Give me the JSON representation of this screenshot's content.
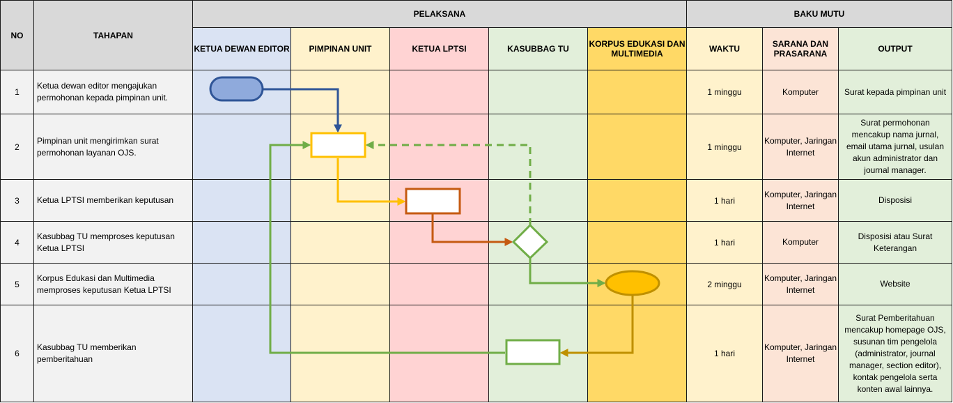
{
  "headers": {
    "no": "NO",
    "tahapan": "TAHAPAN",
    "pelaksana": "PELAKSANA",
    "baku_mutu": "BAKU MUTU",
    "lanes": [
      "KETUA DEWAN EDITOR",
      "PIMPINAN UNIT",
      "KETUA LPTSI",
      "KASUBBAG TU",
      "KORPUS EDUKASI DAN MULTIMEDIA"
    ],
    "waktu": "WAKTU",
    "sarana": "SARANA DAN PRASARANA",
    "output": "OUTPUT"
  },
  "rows": [
    {
      "no": "1",
      "tahapan": "Ketua dewan editor mengajukan permohonan kepada pimpinan unit.",
      "waktu": "1 minggu",
      "sarana": "Komputer",
      "output": "Surat kepada pimpinan unit"
    },
    {
      "no": "2",
      "tahapan": "Pimpinan unit mengirimkan surat permohonan layanan OJS.",
      "waktu": "1 minggu",
      "sarana": "Komputer, Jaringan Internet",
      "output": "Surat permohonan mencakup nama jurnal, email utama jurnal, usulan akun administrator dan journal manager."
    },
    {
      "no": "3",
      "tahapan": "Ketua LPTSI memberikan keputusan",
      "waktu": "1 hari",
      "sarana": "Komputer, Jaringan Internet",
      "output": "Disposisi"
    },
    {
      "no": "4",
      "tahapan": "Kasubbag TU memproses keputusan Ketua LPTSI",
      "waktu": "1 hari",
      "sarana": "Komputer",
      "output": "Disposisi atau Surat Keterangan"
    },
    {
      "no": "5",
      "tahapan": "Korpus Edukasi dan Multimedia memproses keputusan Ketua LPTSI",
      "waktu": "2 minggu",
      "sarana": "Komputer, Jaringan Internet",
      "output": "Website"
    },
    {
      "no": "6",
      "tahapan": "Kasubbag TU memberikan pemberitahuan",
      "waktu": "1 hari",
      "sarana": "Komputer, Jaringan Internet",
      "output": "Surat Pemberitahuan mencakup homepage OJS, susunan tim pengelola (administrator, journal manager, section editor), kontak pengelola serta konten awal lainnya."
    }
  ],
  "colors": {
    "blue": "#2f5597",
    "yellow": "#ffc000",
    "orange": "#c55a11",
    "green": "#70ad47",
    "gold": "#bf9000",
    "header_gray": "#d9d9d9"
  }
}
